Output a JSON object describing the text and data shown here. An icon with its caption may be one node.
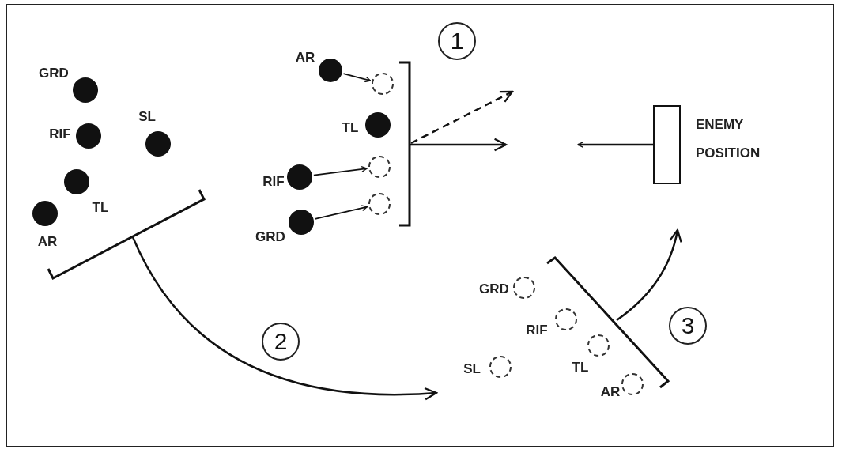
{
  "diagram": {
    "nodes": [
      {
        "text": [],
        "shape": "circle",
        "beside": [
          "GRD"
        ]
      },
      {
        "text": [],
        "shape": "circle",
        "beside": [
          "RIF"
        ]
      },
      {
        "text": [],
        "shape": "circle",
        "beside": [
          "SL"
        ]
      },
      {
        "text": [],
        "shape": "circle",
        "beside": [
          "TL"
        ]
      },
      {
        "text": [],
        "shape": "circle",
        "beside": [
          "AR"
        ]
      },
      {
        "text": [
          "1"
        ]
      },
      {
        "text": [],
        "shape": "circle",
        "beside": [
          "AR"
        ]
      },
      {
        "text": [],
        "shape": "circle"
      },
      {
        "text": [],
        "shape": "circle",
        "beside": [
          "TL"
        ]
      },
      {
        "text": [],
        "shape": "circle",
        "beside": [
          "RIF"
        ]
      },
      {
        "text": [],
        "shape": "circle"
      },
      {
        "text": [],
        "shape": "circle",
        "beside": [
          "GRD"
        ]
      },
      {
        "text": [],
        "shape": "circle"
      },
      {
        "text": [],
        "shape": "box",
        "beside": [
          "ENEMY POSITION"
        ]
      },
      {
        "text": [
          "2"
        ]
      },
      {
        "text": [],
        "shape": "circle",
        "beside": [
          "GRD"
        ]
      },
      {
        "text": [],
        "shape": "circle",
        "beside": [
          "RIF"
        ]
      },
      {
        "text": [
          "3"
        ]
      },
      {
        "text": [],
        "shape": "circle",
        "beside": [
          "SL"
        ]
      },
      {
        "text": [],
        "shape": "circle",
        "beside": [
          "TL"
        ]
      },
      {
        "text": [],
        "shape": "circle",
        "beside": [
          "AR"
        ]
      }
    ],
    "edges": [
      {
        "from": 6,
        "to": 7,
        "arrow": "to"
      },
      {
        "from": 9,
        "to": 10,
        "arrow": "to"
      },
      {
        "from": 11,
        "to": 12,
        "arrow": "to"
      },
      {
        "from": 13,
        "to": null,
        "arrow": "to"
      }
    ]
  }
}
